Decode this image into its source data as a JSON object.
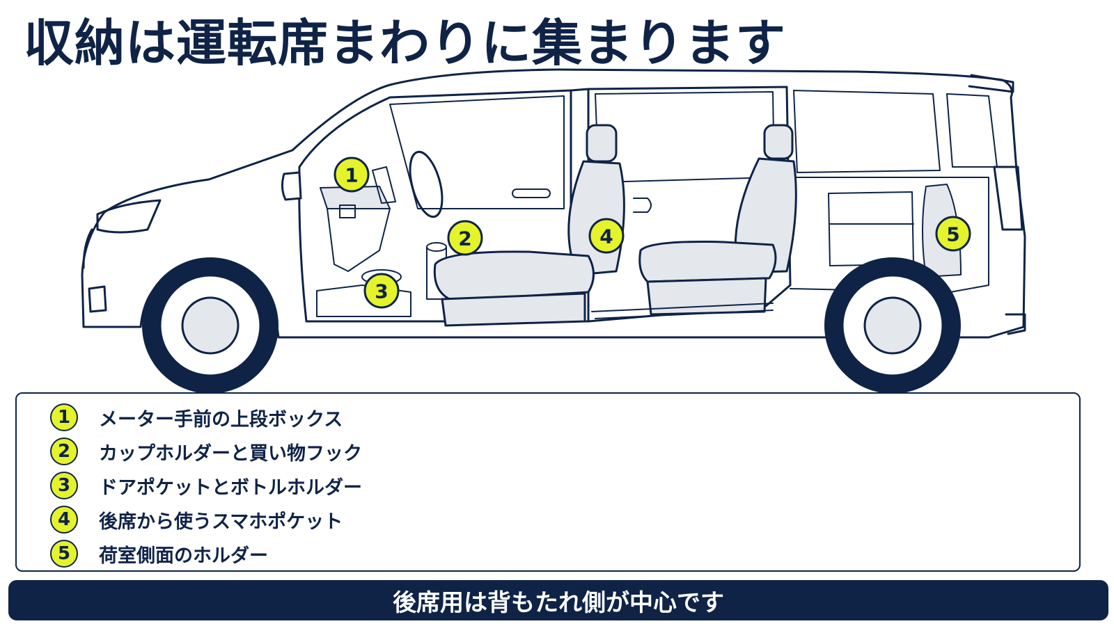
{
  "title": "収納は運転席まわりに集まります",
  "callouts": [
    "1",
    "2",
    "3",
    "4",
    "5"
  ],
  "legend": [
    {
      "number": "1",
      "label": "メーター手前の上段ボックス"
    },
    {
      "number": "2",
      "label": "カップホルダーと買い物フック"
    },
    {
      "number": "3",
      "label": "ドアポケットとボトルホルダー"
    },
    {
      "number": "4",
      "label": "後席から使うスマホポケット"
    },
    {
      "number": "5",
      "label": "荷室側面のホルダー"
    }
  ],
  "footer": "後席用は背もたれ側が中心です",
  "colors": {
    "navy": "#0f2347",
    "badge_yellow": "#e4f32a",
    "seat_fill": "#e4e7ec",
    "background": "#ffffff"
  },
  "icons": [
    "van-illustration",
    "number-badge"
  ]
}
